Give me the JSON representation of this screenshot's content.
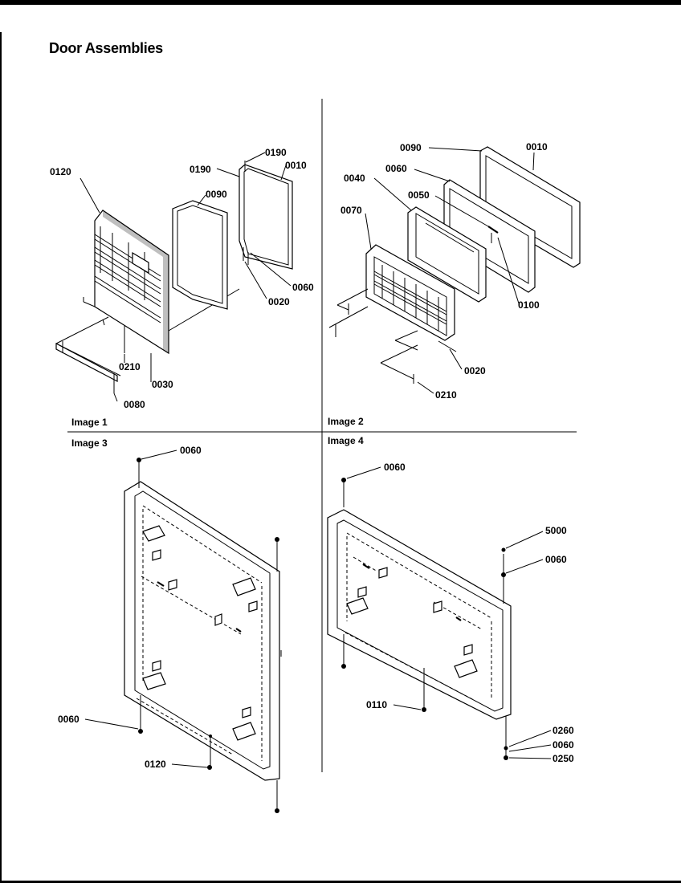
{
  "page": {
    "title": "Door Assemblies"
  },
  "images": [
    {
      "label": "Image 1",
      "callouts": [
        "0120",
        "0090",
        "0190",
        "0190",
        "0010",
        "0060",
        "0020",
        "0210",
        "0030",
        "0080"
      ]
    },
    {
      "label": "Image 2",
      "callouts": [
        "0090",
        "0010",
        "0060",
        "0040",
        "0050",
        "0070",
        "0100",
        "0020",
        "0210"
      ]
    },
    {
      "label": "Image 3",
      "callouts": [
        "0060",
        "0060",
        "0120"
      ]
    },
    {
      "label": "Image 4",
      "callouts": [
        "0060",
        "5000",
        "0060",
        "0110",
        "0260",
        "0060",
        "0250"
      ]
    }
  ]
}
